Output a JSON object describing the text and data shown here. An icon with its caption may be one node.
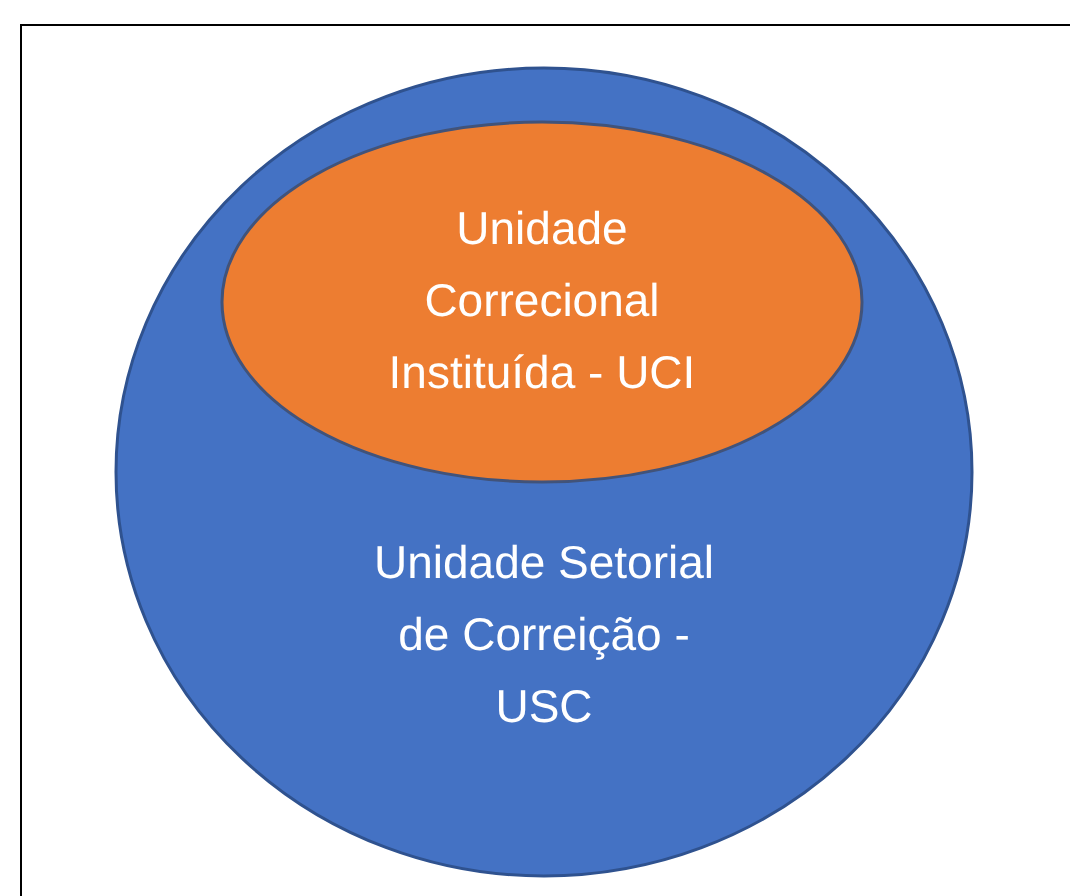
{
  "diagram": {
    "nodes": [
      {
        "text": [
          "Unidade Setorial de Correição - USC"
        ]
      },
      {
        "text": [
          "Unidade Correcional Instituída - UCI"
        ],
        "in": 0
      }
    ],
    "edges": []
  }
}
